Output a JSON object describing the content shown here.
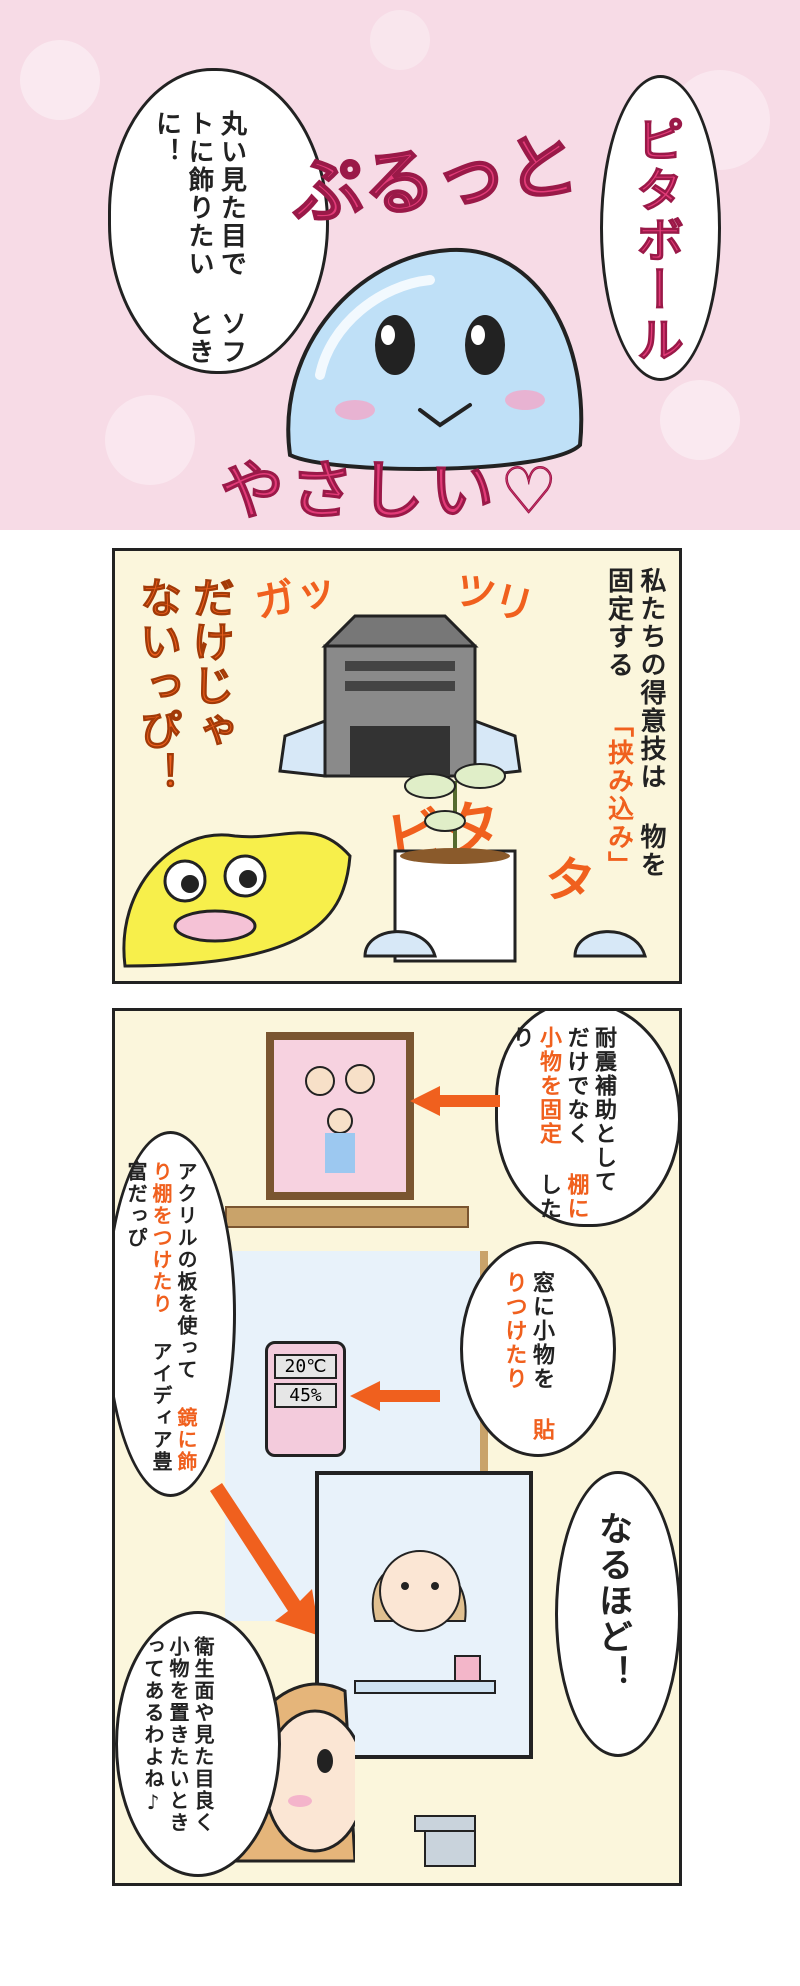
{
  "panel1": {
    "left_bubble_lines": [
      "丸い見た目で",
      "ソフトに飾りたい",
      "ときに！"
    ],
    "title_sfx": "ぷるっと",
    "right_bubble": "ピタボール",
    "bottom_text": "やさしい♡"
  },
  "panel2": {
    "narration_lines": [
      "私たちの得意技は",
      "物を固定する",
      "「挟み込み」"
    ],
    "left_shout": [
      "だけじゃ",
      "ないっぴ！"
    ],
    "sfx_top_left": "ガッ",
    "sfx_top_right": "ツリ",
    "sfx_middle": "ビタ",
    "sfx_right": "タ"
  },
  "panel3": {
    "bubble_top_lines": [
      "耐震補助として",
      "だけでなく",
      "棚に小物を固定",
      "したり"
    ],
    "bubble_window_lines": [
      "窓に小物を",
      "貼りつけたり"
    ],
    "bubble_left_lines": [
      "アクリルの板を使って",
      "鏡に飾り棚をつけたり",
      "アイディア豊富だっぴ"
    ],
    "thermometer_temp": "20℃",
    "thermometer_humidity": "45%",
    "bubble_naruhodo": "なるほど！",
    "bubble_bottom_lines": [
      "衛生面や見た目良く",
      "小物を置きたいとき",
      "ってあるわよね♪"
    ]
  },
  "colors": {
    "accent_orange": "#f0601e",
    "accent_pink": "#e23b78",
    "panel_bg": "#fbf6dc",
    "header_bg": "#f7dbe6"
  }
}
